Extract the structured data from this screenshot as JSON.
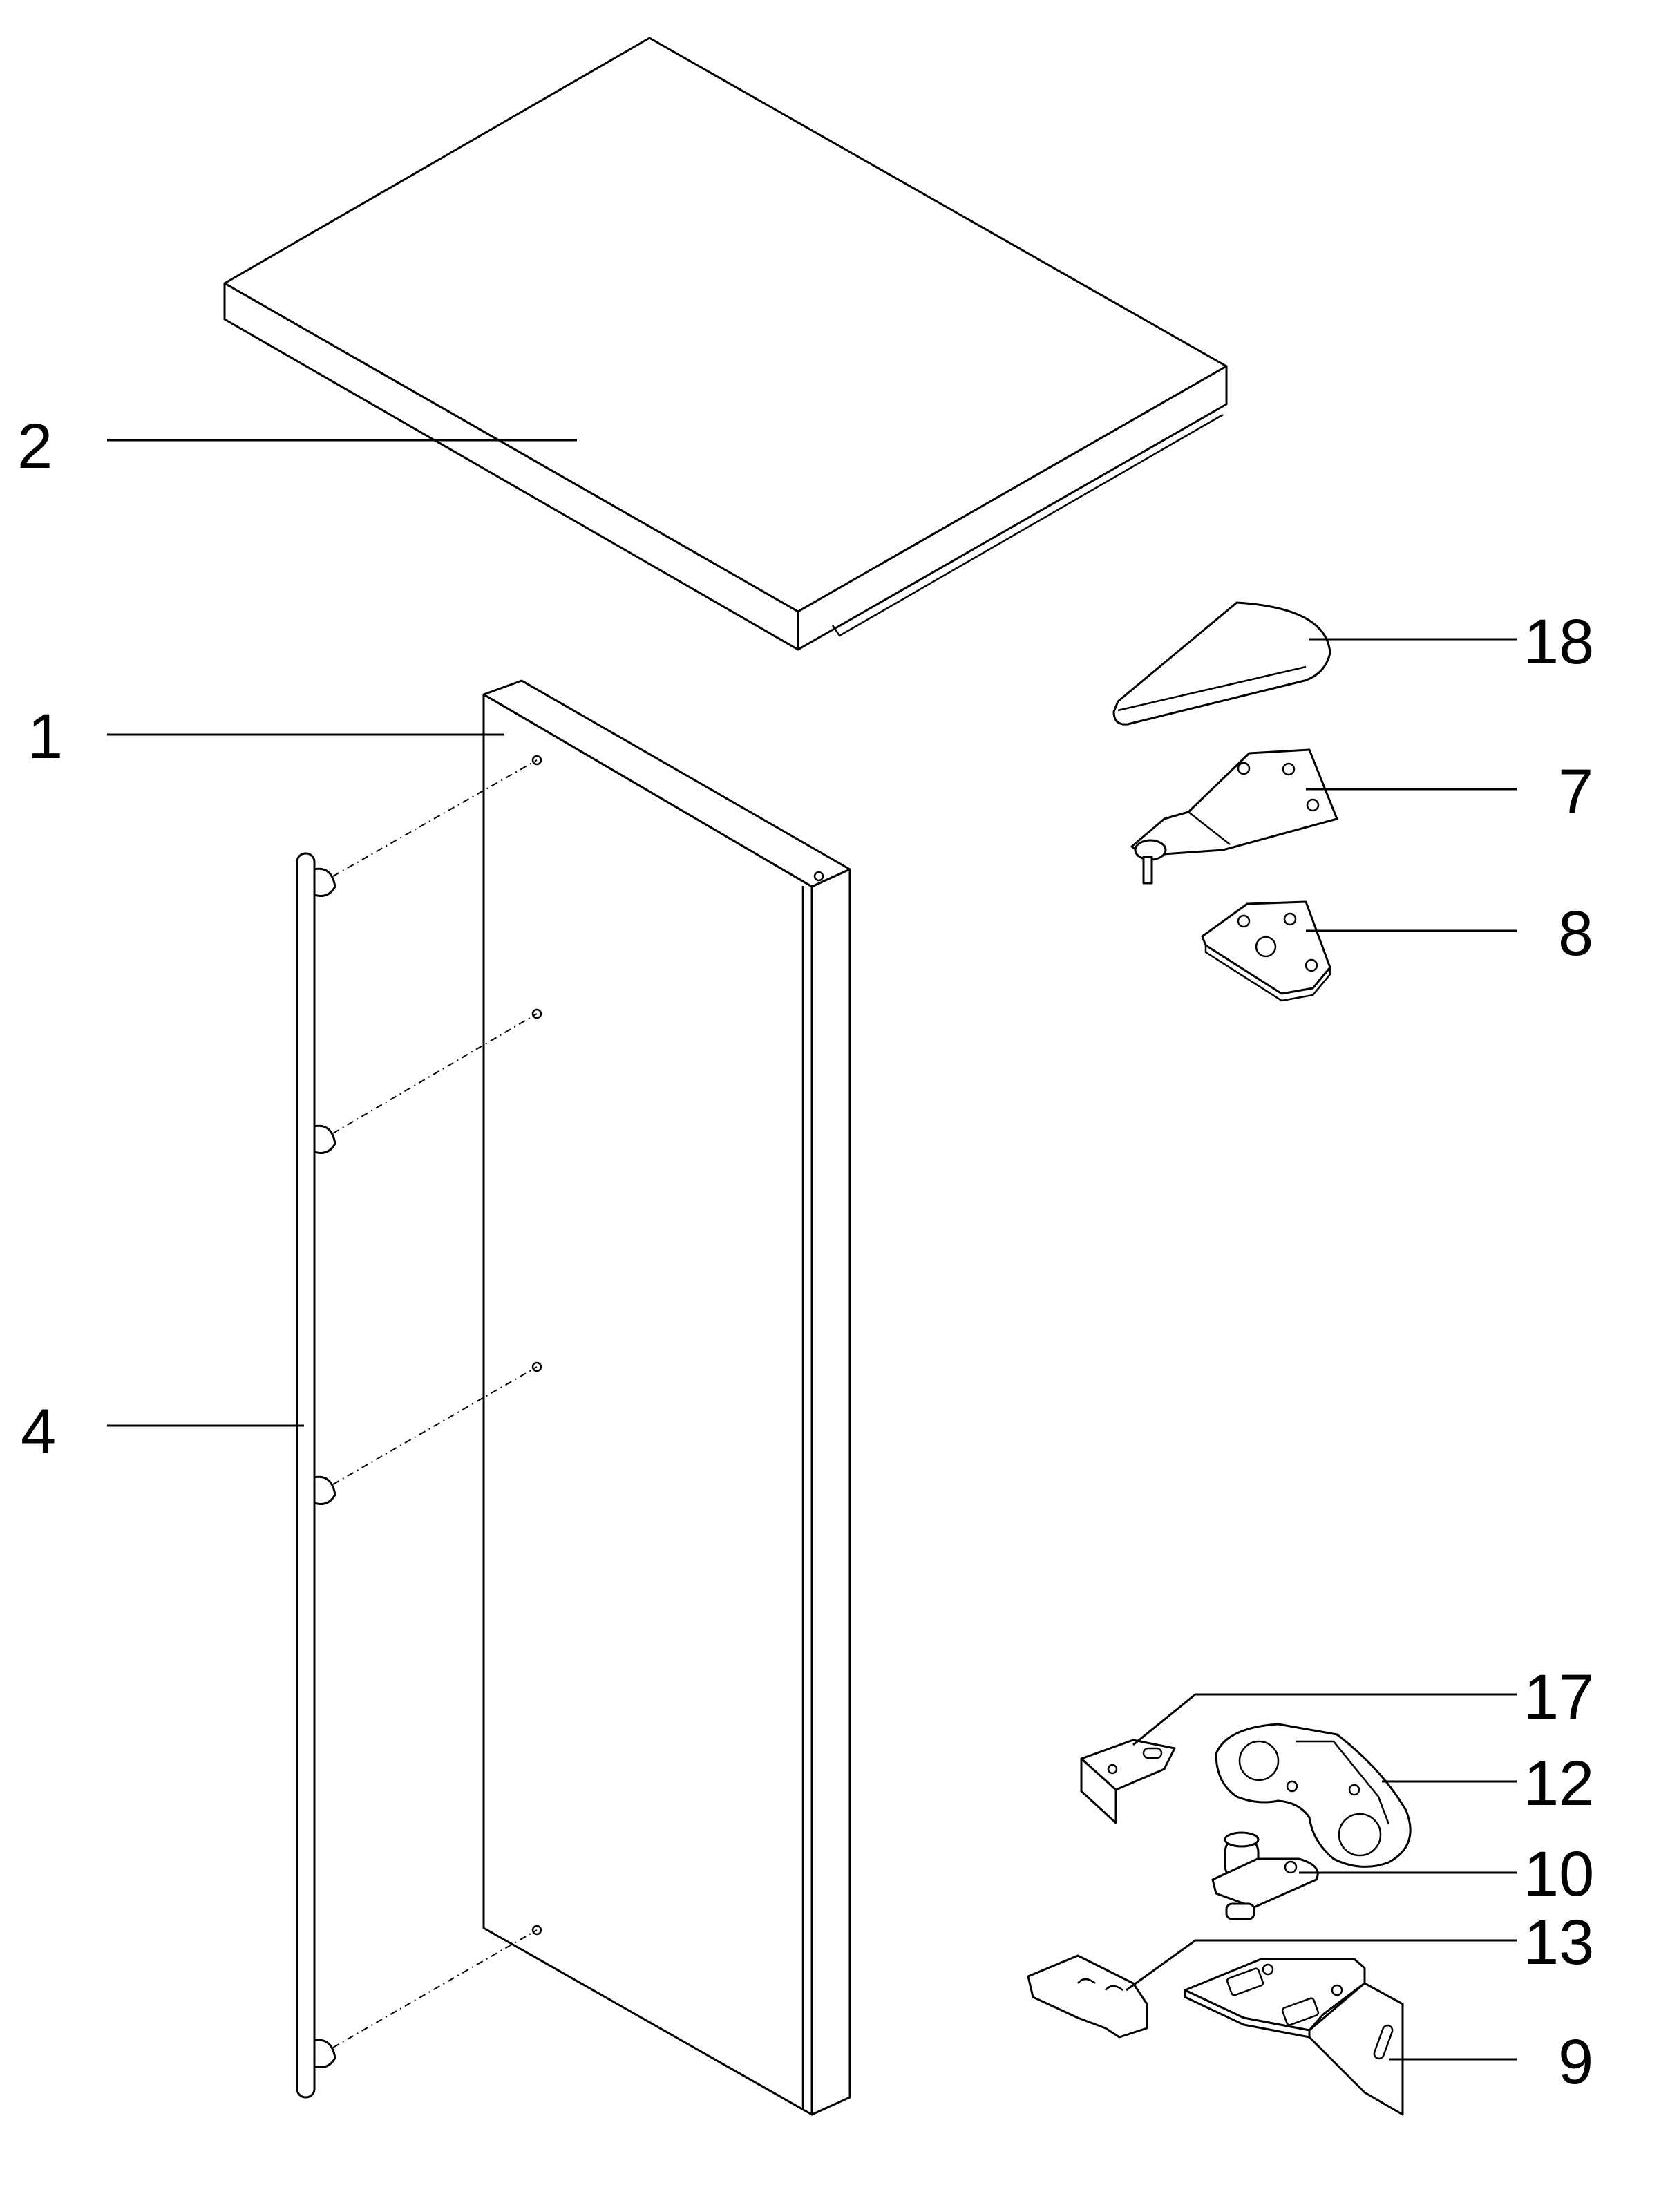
{
  "diagram": {
    "callouts": [
      {
        "id": "2",
        "label": "2"
      },
      {
        "id": "1",
        "label": "1"
      },
      {
        "id": "4",
        "label": "4"
      },
      {
        "id": "18",
        "label": "18"
      },
      {
        "id": "7",
        "label": "7"
      },
      {
        "id": "8",
        "label": "8"
      },
      {
        "id": "17",
        "label": "17"
      },
      {
        "id": "12",
        "label": "12"
      },
      {
        "id": "10",
        "label": "10"
      },
      {
        "id": "13",
        "label": "13"
      },
      {
        "id": "9",
        "label": "9"
      }
    ]
  }
}
